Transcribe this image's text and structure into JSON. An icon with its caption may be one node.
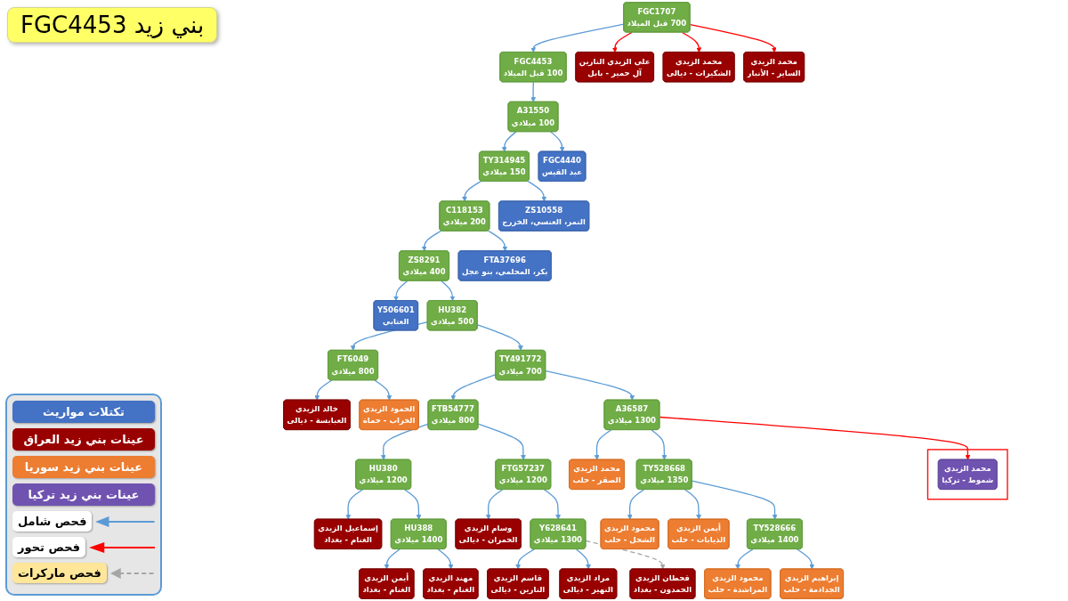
{
  "diagram": {
    "title": "بني زيد FGC4453",
    "nodes": [
      {
        "text": [
          "FGC1707",
          "700 قبل الميلاد"
        ]
      },
      {
        "text": [
          "FGC4453",
          "100 قبل الميلاد"
        ]
      },
      {
        "text": [
          "A31550",
          "100 ميلادي"
        ]
      },
      {
        "text": [
          "TY314945",
          "150 ميلادي"
        ]
      },
      {
        "text": [
          "C118153",
          "200 ميلادي"
        ]
      },
      {
        "text": [
          "ZS8291",
          "400 ميلادي"
        ]
      },
      {
        "text": [
          "علي الزيدي النارين",
          "آل حمير - بابل"
        ]
      },
      {
        "text": [
          "FGC4440",
          "عبد القيس"
        ]
      },
      {
        "text": [
          "ZS10558",
          "النمر، العنسي، الخزرج"
        ]
      },
      {
        "text": [
          "FTA37696",
          "بكر، المحلمي، بنو عجل"
        ]
      },
      {
        "text": [
          "Y506601",
          "العتابي"
        ]
      },
      {
        "text": [
          "محمد الزيدي",
          "الشكيرات - ديالى"
        ]
      },
      {
        "text": [
          "HU382",
          "500 ميلادي"
        ]
      },
      {
        "text": [
          "محمد الزيدي",
          "الساير - الأنبار"
        ]
      },
      {
        "text": [
          "TY491772",
          "700 ميلادي"
        ]
      },
      {
        "text": [
          "FT6049",
          "800 ميلادي"
        ]
      },
      {
        "text": [
          "FTB54777",
          "800 ميلادي"
        ]
      },
      {
        "text": [
          "A36587",
          "1300 ميلادي"
        ]
      },
      {
        "text": [
          "خالد الزيدي",
          "العبابسة - ديالى"
        ]
      },
      {
        "text": [
          "الحمود الزيدي",
          "الخراب - حماة"
        ]
      },
      {
        "text": [
          "HU380",
          "1200 ميلادي"
        ]
      },
      {
        "text": [
          "FTG57237",
          "1200 ميلادي"
        ]
      },
      {
        "text": [
          "محمد الزيدي",
          "الصقر - حلب"
        ]
      },
      {
        "text": [
          "TY528668",
          "1350 ميلادي"
        ]
      },
      {
        "text": [],
        "shape": "box"
      },
      {
        "text": [
          "محمد الزيدي",
          "شموط - تركيا"
        ],
        "in": 24
      },
      {
        "text": [
          "إسماعيل الزيدي",
          "الغنام - بغداد"
        ]
      },
      {
        "text": [
          "HU388",
          "1400 ميلادي"
        ]
      },
      {
        "text": [
          "وسام الزيدي",
          "الحمران - ديالى"
        ]
      },
      {
        "text": [
          "Y628641",
          "1300 ميلادي"
        ]
      },
      {
        "text": [
          "محمود الزيدي",
          "الشحل - حلب"
        ]
      },
      {
        "text": [
          "أيمن الزيدي",
          "الذيابات - حلب"
        ]
      },
      {
        "text": [
          "TY528666",
          "1400 ميلادي"
        ]
      },
      {
        "text": [
          "أيمن الزيدي",
          "الغنام - بغداد"
        ]
      },
      {
        "text": [
          "مهند الزيدي",
          "الغنام - بغداد"
        ]
      },
      {
        "text": [
          "قاسم الزيدي",
          "النارين - ديالى"
        ]
      },
      {
        "text": [
          "مراد الزيدي",
          "النهير - ديالى"
        ]
      },
      {
        "text": [
          "قحطان الزيدي",
          "الحمدون - بغداد"
        ]
      },
      {
        "text": [
          "محمود الزيدي",
          "المراشدة - حلب"
        ]
      },
      {
        "text": [
          "إبراهيم الزيدي",
          "الجدادمة - حلب"
        ]
      }
    ],
    "edges": [
      {
        "from": 0,
        "to": 1,
        "arrow": "to"
      },
      {
        "from": 0,
        "to": 6,
        "arrow": "to",
        "color": "#ff0000"
      },
      {
        "from": 0,
        "to": 11,
        "arrow": "to",
        "color": "#ff0000"
      },
      {
        "from": 0,
        "to": 13,
        "arrow": "to",
        "color": "#ff0000"
      },
      {
        "from": 1,
        "to": 2,
        "arrow": "to"
      },
      {
        "from": 2,
        "to": 3,
        "arrow": "to"
      },
      {
        "from": 2,
        "to": 7,
        "arrow": "to"
      },
      {
        "from": 3,
        "to": 4,
        "arrow": "to"
      },
      {
        "from": 3,
        "to": 8,
        "arrow": "to"
      },
      {
        "from": 4,
        "to": 5,
        "arrow": "to"
      },
      {
        "from": 4,
        "to": 9,
        "arrow": "to"
      },
      {
        "from": 5,
        "to": 10,
        "arrow": "to"
      },
      {
        "from": 5,
        "to": 12,
        "arrow": "to"
      },
      {
        "from": 12,
        "to": 15,
        "arrow": "to"
      },
      {
        "from": 12,
        "to": 14,
        "arrow": "to"
      },
      {
        "from": 15,
        "to": 18,
        "arrow": "to"
      },
      {
        "from": 15,
        "to": 19,
        "arrow": "to"
      },
      {
        "from": 14,
        "to": 16,
        "arrow": "to"
      },
      {
        "from": 14,
        "to": 17,
        "arrow": "to"
      },
      {
        "from": 16,
        "to": 20,
        "arrow": "to"
      },
      {
        "from": 16,
        "to": 21,
        "arrow": "to"
      },
      {
        "from": 17,
        "to": 22,
        "arrow": "to"
      },
      {
        "from": 17,
        "to": 23,
        "arrow": "to"
      },
      {
        "from": 17,
        "to": 25,
        "arrow": "to",
        "color": "#ff0000"
      },
      {
        "from": 20,
        "to": 26,
        "arrow": "to"
      },
      {
        "from": 20,
        "to": 27,
        "arrow": "to"
      },
      {
        "from": 21,
        "to": 28,
        "arrow": "to"
      },
      {
        "from": 21,
        "to": 29,
        "arrow": "to"
      },
      {
        "from": 23,
        "to": 30,
        "arrow": "to"
      },
      {
        "from": 23,
        "to": 31,
        "arrow": "to"
      },
      {
        "from": 23,
        "to": 32,
        "arrow": "to"
      },
      {
        "from": 27,
        "to": 33,
        "arrow": "to"
      },
      {
        "from": 27,
        "to": 34,
        "arrow": "to"
      },
      {
        "from": 29,
        "to": 35,
        "arrow": "to"
      },
      {
        "from": 29,
        "to": 36,
        "arrow": "to"
      },
      {
        "from": 29,
        "to": 37,
        "arrow": "to",
        "style": "dashed",
        "color": "#a6a6a6"
      },
      {
        "from": 32,
        "to": 38,
        "arrow": "to"
      },
      {
        "from": 32,
        "to": 39,
        "arrow": "to"
      }
    ],
    "legend": [
      {
        "text": "تكتلات مواريث",
        "color": "#4472c4"
      },
      {
        "text": "عينات بني زيد العراق",
        "color": "#990000"
      },
      {
        "text": "عينات بني زيد سوريا",
        "color": "#ed7d31"
      },
      {
        "text": "عينات بني زيد تركيا",
        "color": "#7053b0"
      },
      {
        "text": "فحص شامل"
      },
      {
        "text": "فحص تحور"
      },
      {
        "text": "فحص ماركرات"
      }
    ]
  }
}
